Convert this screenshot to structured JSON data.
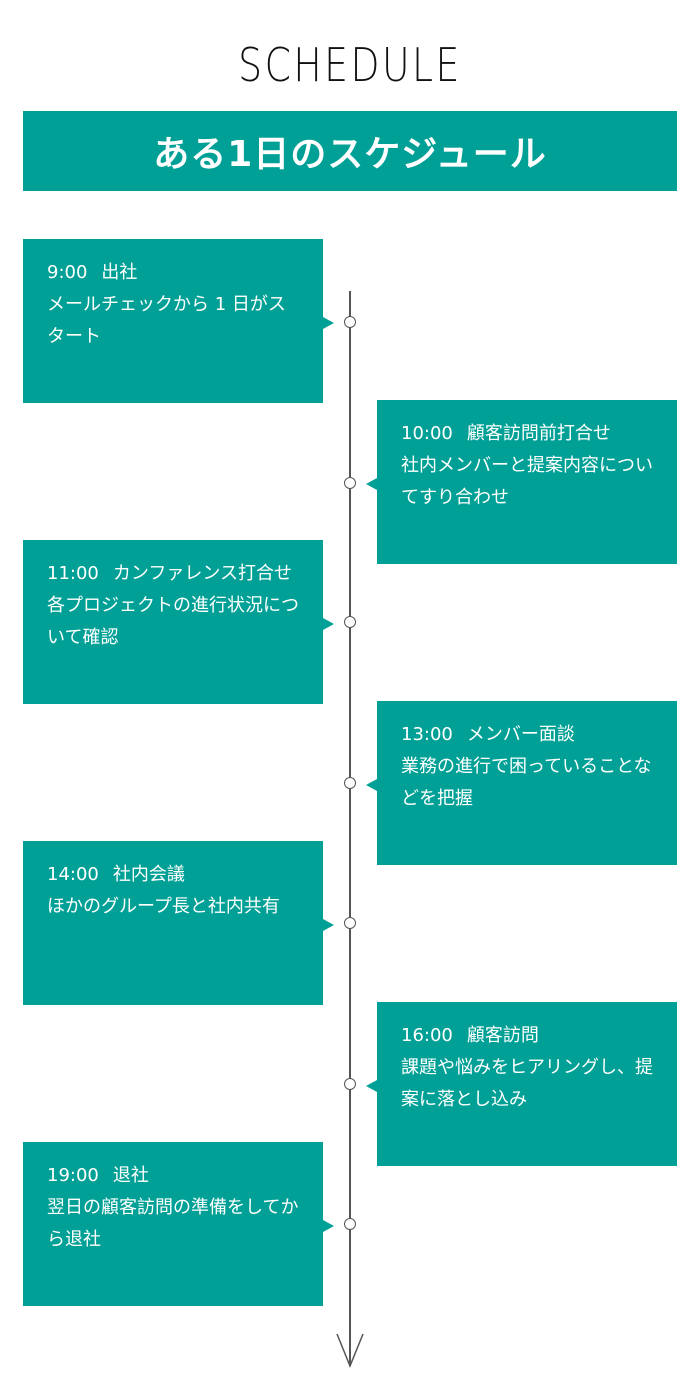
{
  "colors": {
    "accent": "#00a096",
    "line": "#555555",
    "heading": "#111111"
  },
  "heading": "SCHEDULE",
  "banner": "ある1日のスケジュール",
  "schedule": [
    {
      "time": "9:00",
      "title": "出社",
      "desc": "メールチェックから 1 日がスタート"
    },
    {
      "time": "10:00",
      "title": "顧客訪問前打合せ",
      "desc": "社内メンバーと提案内容についてすり合わせ"
    },
    {
      "time": "11:00",
      "title": "カンファレンス打合せ",
      "desc": "各プロジェクトの進行状況について確認"
    },
    {
      "time": "13:00",
      "title": "メンバー面談",
      "desc": "業務の進行で困っていることなどを把握"
    },
    {
      "time": "14:00",
      "title": "社内会議",
      "desc": "ほかのグループ長と社内共有"
    },
    {
      "time": "16:00",
      "title": "顧客訪問",
      "desc": "課題や悩みをヒアリングし、提案に落とし込み"
    },
    {
      "time": "19:00",
      "title": "退社",
      "desc": "翌日の顧客訪問の準備をしてから退社"
    }
  ]
}
